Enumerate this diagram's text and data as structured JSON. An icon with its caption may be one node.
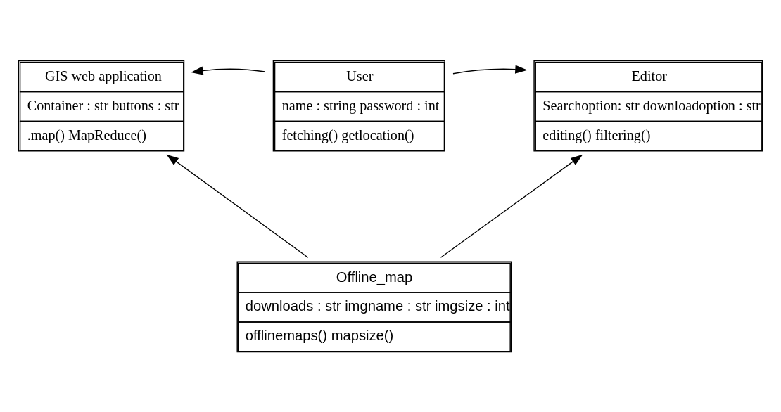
{
  "diagram": {
    "nodes": [
      {
        "text": [
          "GIS web application",
          "Container : str buttons : str",
          ".map() MapReduce()"
        ]
      },
      {
        "text": [
          "User",
          "name : string password : int",
          "fetching() getlocation()"
        ]
      },
      {
        "text": [
          "Editor",
          "Searchoption: str downloadoption : str",
          "editing() filtering()"
        ]
      },
      {
        "text": [
          "Offline_map",
          "downloads : str imgname : str imgsize : int",
          "offlinemaps() mapsize()"
        ]
      }
    ],
    "edges": [
      {
        "from": 1,
        "to": 0,
        "arrow": "to"
      },
      {
        "from": 1,
        "to": 2,
        "arrow": "to"
      },
      {
        "from": 3,
        "to": 0,
        "arrow": "to"
      },
      {
        "from": 3,
        "to": 2,
        "arrow": "to"
      }
    ]
  }
}
